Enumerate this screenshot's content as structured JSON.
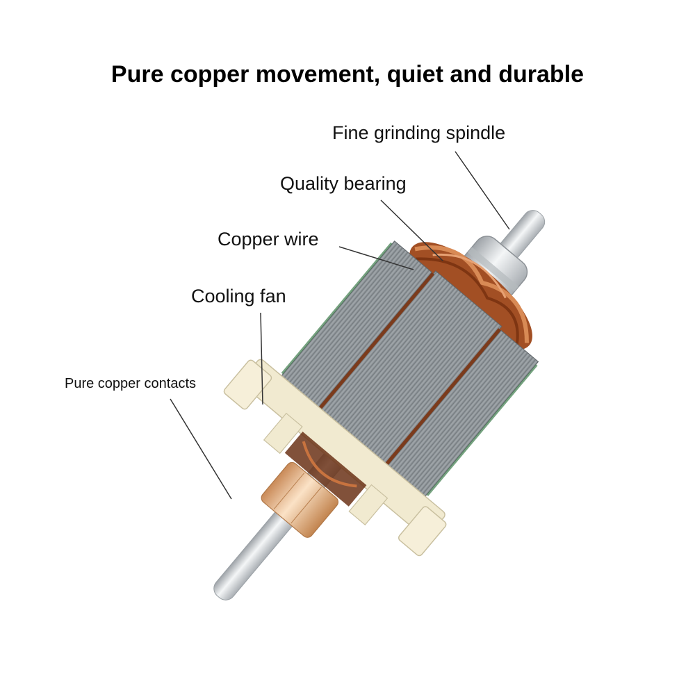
{
  "title": "Pure copper movement, quiet and durable",
  "labels": {
    "spindle": "Fine grinding spindle",
    "bearing": "Quality bearing",
    "copper_wire": "Copper wire",
    "cooling_fan": "Cooling fan",
    "contacts": "Pure copper contacts"
  },
  "colors": {
    "steel": "#c9ced3",
    "lamination": "#8e9498",
    "copper": "#b3592a",
    "plastic": "#f1ead0",
    "commutator": "#e7b888",
    "leader": "#333333"
  }
}
